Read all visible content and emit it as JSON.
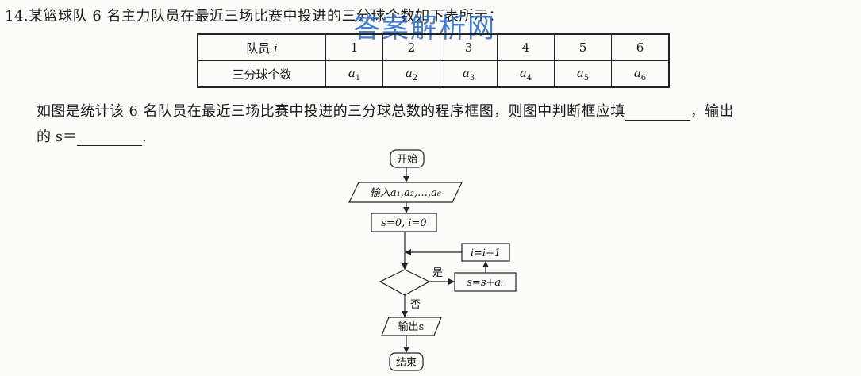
{
  "problem": {
    "number": "14.",
    "intro": "某篮球队 6 名主力队员在最近三场比赛中投进的三分球个数如下表所示：",
    "watermark": "答案解析网"
  },
  "table": {
    "row1_label": "队员 ",
    "row1_label_var": "i",
    "players": [
      "1",
      "2",
      "3",
      "4",
      "5",
      "6"
    ],
    "row2_label": "三分球个数",
    "counts": [
      {
        "base": "a",
        "sub": "1"
      },
      {
        "base": "a",
        "sub": "2"
      },
      {
        "base": "a",
        "sub": "3"
      },
      {
        "base": "a",
        "sub": "4"
      },
      {
        "base": "a",
        "sub": "5"
      },
      {
        "base": "a",
        "sub": "6"
      }
    ]
  },
  "question": {
    "line1": "如图是统计该 6 名队员在最近三场比赛中投进的三分球总数的程序框图，则图中判断框应填",
    "line1_after": "，输出",
    "line2_before": "的 s＝",
    "line2_after": "."
  },
  "flowchart": {
    "start": "开始",
    "input": "输入a₁,a₂,…,a₆",
    "init": "s=0,  i=0",
    "increment": "i=i+1",
    "accumulate": "s=s+aᵢ",
    "yes": "是",
    "no": "否",
    "output": "输出s",
    "end": "结束"
  }
}
